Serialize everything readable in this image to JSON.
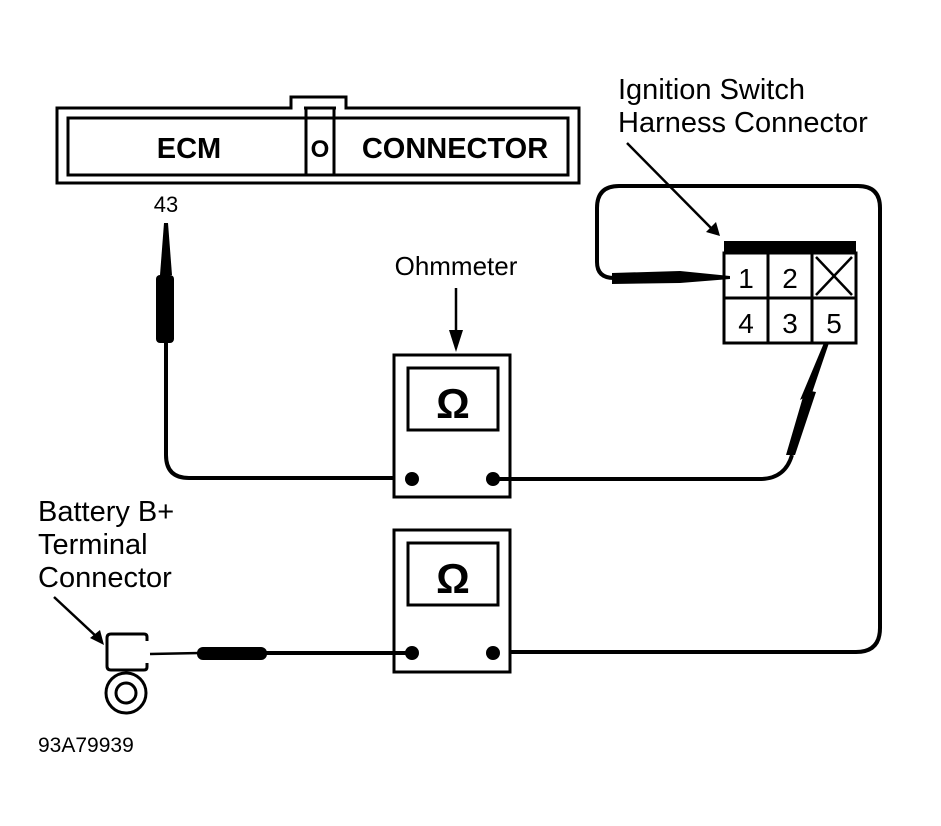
{
  "diagram": {
    "type": "wiring test diagram",
    "ecm_connector": {
      "left_label": "ECM",
      "right_label": "CONNECTOR",
      "key_symbol": "O",
      "pin_label": "43"
    },
    "ignition_switch": {
      "label_line1": "Ignition Switch",
      "label_line2": "Harness Connector",
      "pins_top": [
        "1",
        "2",
        "X"
      ],
      "pins_bottom": [
        "4",
        "3",
        "5"
      ]
    },
    "ohmmeters": [
      {
        "label": "Ohmmeter",
        "symbol": "Ω",
        "connects": [
          "ECM pin 43",
          "Ignition switch pin 5"
        ]
      },
      {
        "label": "",
        "symbol": "Ω",
        "connects": [
          "Battery B+ terminal",
          "Ignition switch pin 1"
        ]
      }
    ],
    "battery_terminal": {
      "label_line1": "Battery B+",
      "label_line2": "Terminal",
      "label_line3": "Connector"
    },
    "figure_id": "93A79939",
    "colors": {
      "ink": "#000000",
      "background": "#ffffff"
    }
  }
}
